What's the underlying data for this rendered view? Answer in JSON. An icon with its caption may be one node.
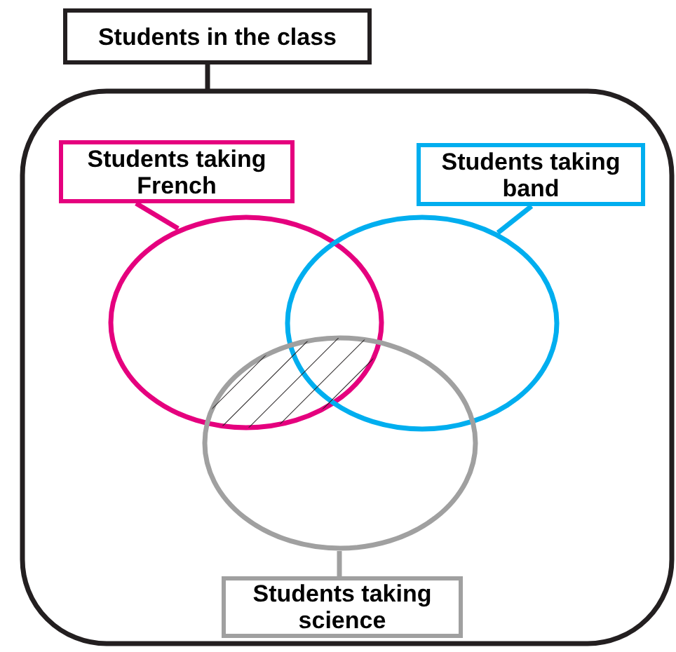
{
  "diagram": {
    "nodes": [
      {
        "text": [
          "Students in the class"
        ]
      },
      {
        "text": [],
        "shape": "box"
      },
      {
        "text": [
          "Students taking French"
        ],
        "in": 1
      },
      {
        "text": [],
        "shape": "circle",
        "in": 1
      },
      {
        "text": [
          "Students taking band"
        ],
        "in": 1
      },
      {
        "text": [],
        "shape": "circle",
        "in": 1
      },
      {
        "text": [],
        "shape": "circle",
        "in": 1
      },
      {
        "text": [
          "Students taking science"
        ],
        "in": 1
      },
      {
        "text": [],
        "shape": "hatched",
        "in": 1
      }
    ],
    "edges": [
      {
        "from": 0,
        "to": 1,
        "arrow": "none",
        "color": "#231f20"
      },
      {
        "from": 2,
        "to": 3,
        "arrow": "none",
        "color": "#e5007e"
      },
      {
        "from": 4,
        "to": 5,
        "arrow": "none",
        "color": "#00aeef"
      },
      {
        "from": 7,
        "to": 6,
        "arrow": "none",
        "color": "#a0a0a0"
      }
    ]
  }
}
